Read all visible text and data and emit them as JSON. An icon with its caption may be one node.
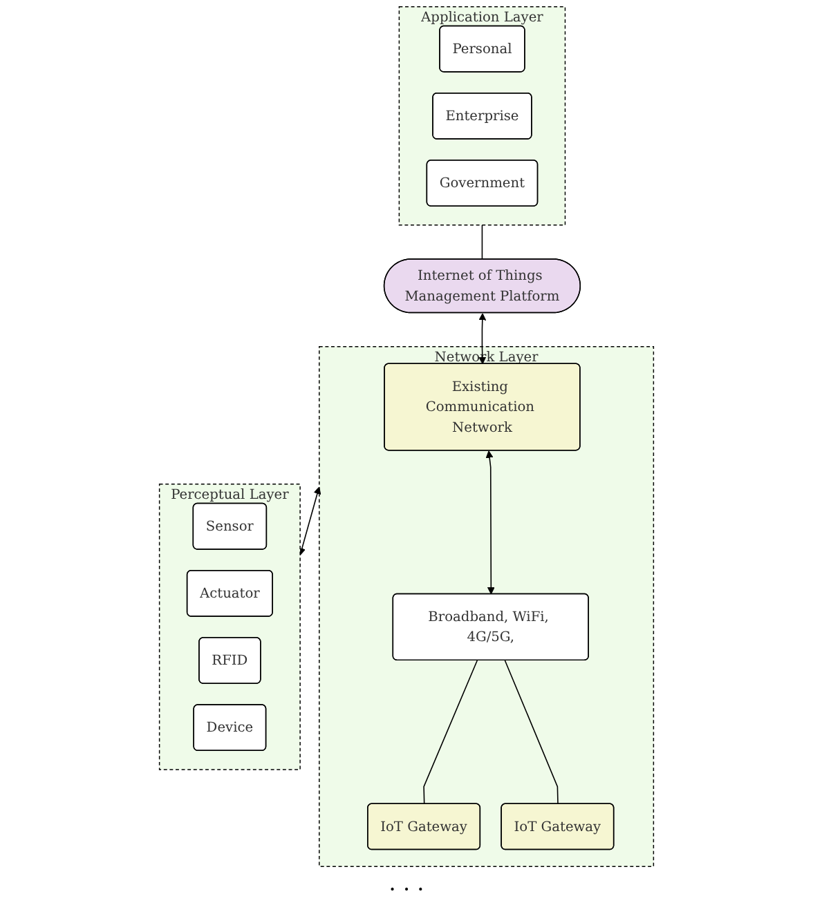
{
  "diagram": {
    "nodes": [
      {
        "text": [
          "Application Layer"
        ]
      },
      {
        "text": [
          "Personal"
        ],
        "in": 0
      },
      {
        "text": [
          "Enterprise"
        ],
        "in": 0
      },
      {
        "text": [
          "Government"
        ],
        "in": 0
      },
      {
        "text": [
          "Internet of Things Management Platform"
        ]
      },
      {
        "text": [
          "Network Layer"
        ]
      },
      {
        "text": [
          "Existing Communication Network"
        ],
        "in": 5
      },
      {
        "text": [
          "Broadband, WiFi, 4G/5G,"
        ],
        "in": 5
      },
      {
        "text": [
          "IoT Gateway"
        ],
        "in": 5
      },
      {
        "text": [
          "IoT Gateway"
        ],
        "in": 5
      },
      {
        "text": [
          "Perceptual Layer"
        ]
      },
      {
        "text": [
          "Sensor"
        ],
        "in": 10
      },
      {
        "text": [
          "Actuator"
        ],
        "in": 10
      },
      {
        "text": [
          "RFID"
        ],
        "in": 10
      },
      {
        "text": [
          "Device"
        ],
        "in": 10
      }
    ],
    "edges": [
      {
        "from": 0,
        "to": 4,
        "arrow": "none"
      },
      {
        "from": 4,
        "to": 6,
        "arrow": "both"
      },
      {
        "from": 6,
        "to": 7,
        "arrow": "both"
      },
      {
        "from": 7,
        "to": 8,
        "arrow": "none"
      },
      {
        "from": 7,
        "to": 9,
        "arrow": "none"
      },
      {
        "from": 5,
        "to": 10,
        "arrow": "both"
      }
    ],
    "labels": [
      "· · ·"
    ]
  }
}
